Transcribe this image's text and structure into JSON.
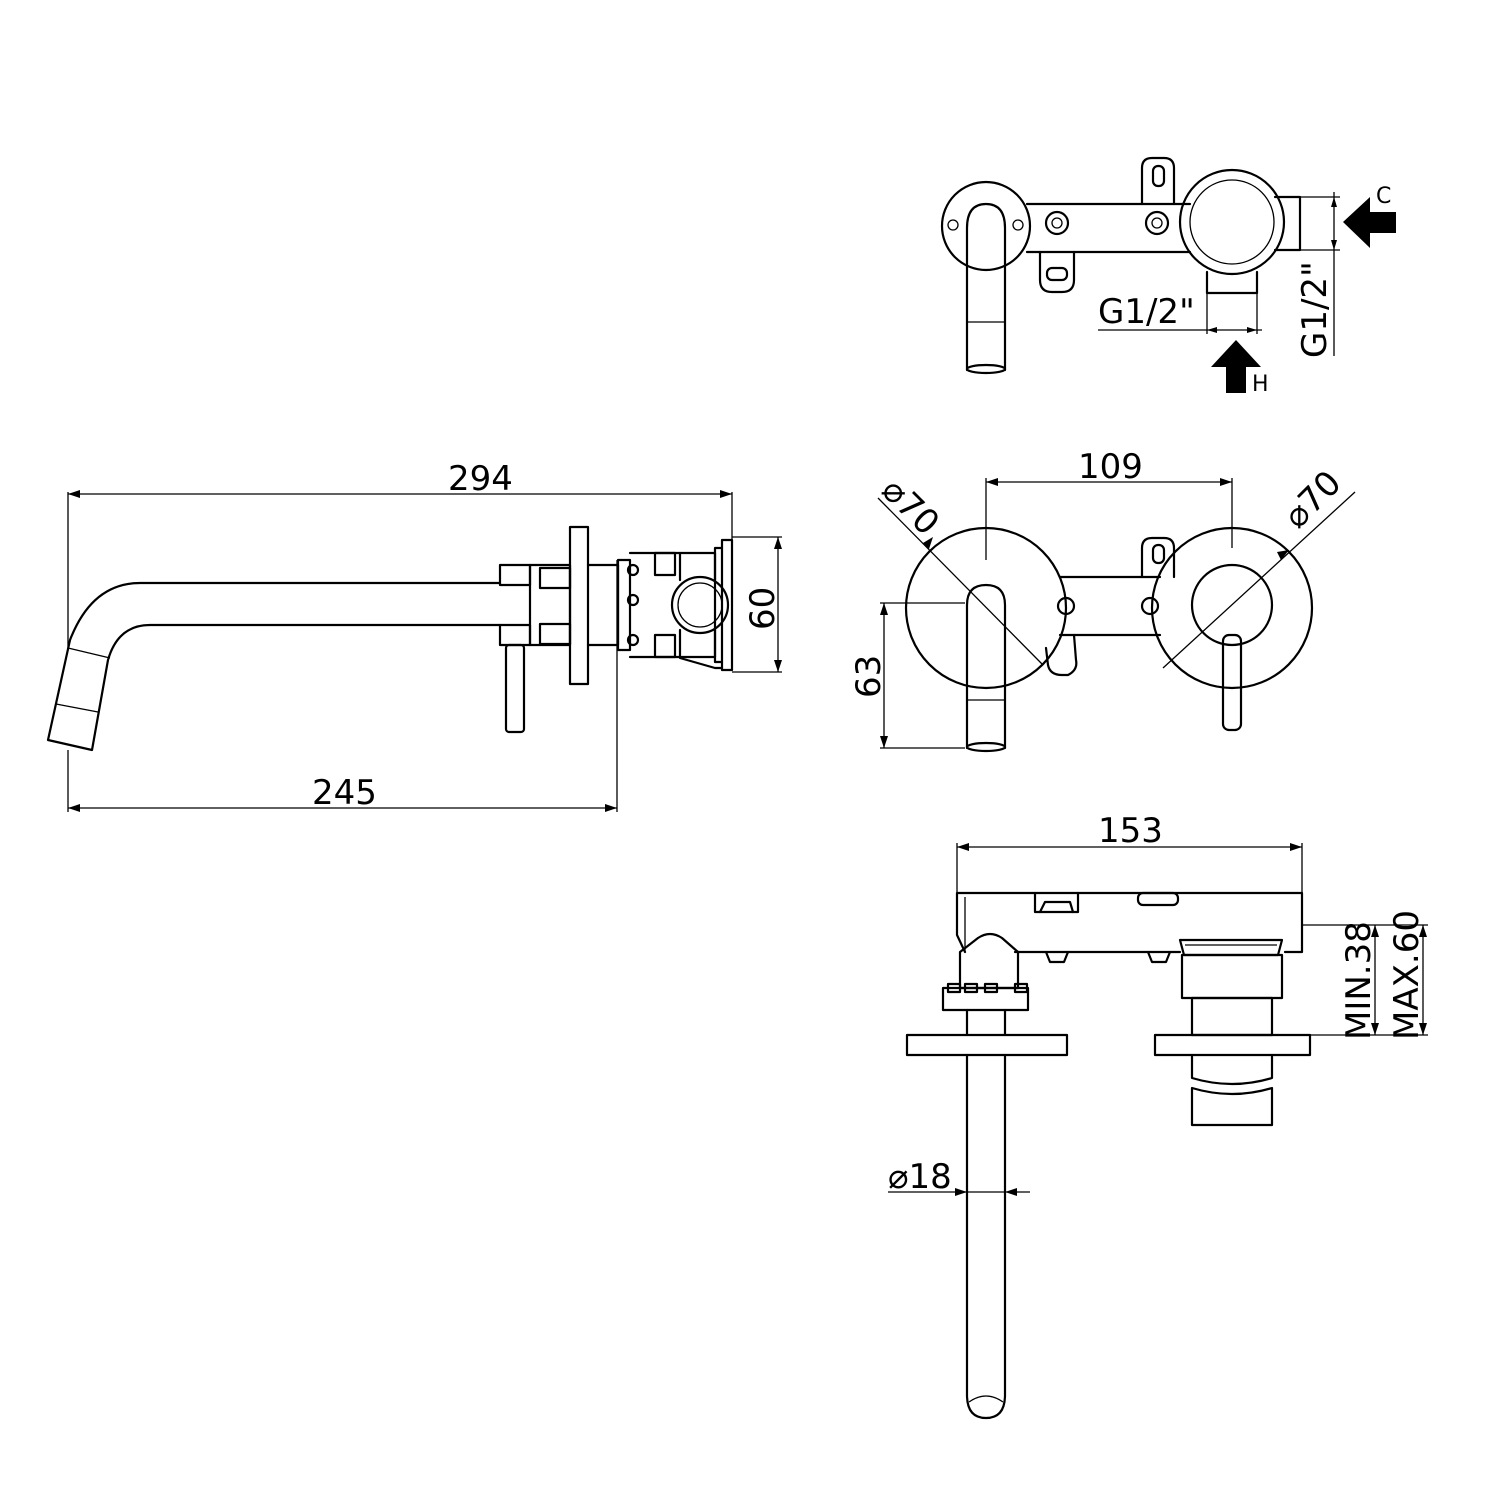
{
  "labels": {
    "length_overall": "294",
    "length_spout": "245",
    "height_body": "60",
    "center_distance": "109",
    "flange_left_dia": "⌀70",
    "flange_right_dia": "⌀70",
    "spout_height": "63",
    "width_body": "153",
    "min_depth": "MIN.38",
    "max_depth": "MAX.60",
    "spout_dia": "⌀18",
    "inlet_bottom": "G1/2\"",
    "inlet_side": "G1/2\"",
    "cold_letter": "C",
    "hot_letter": "H"
  },
  "colors": {
    "line": "#000000",
    "background": "#ffffff"
  }
}
